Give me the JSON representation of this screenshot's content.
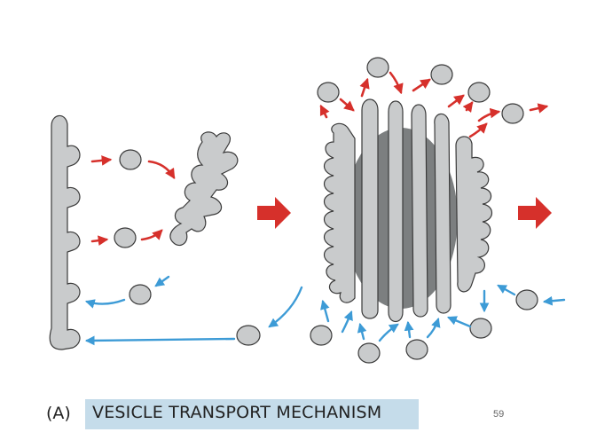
{
  "caption": {
    "panel_label": "(A)",
    "title": "VESICLE TRANSPORT MECHANISM"
  },
  "page_number": "59",
  "colors": {
    "membrane_fill": "#c9cbcc",
    "membrane_stroke": "#3a3a3a",
    "core_fill": "#7c7f80",
    "forward_arrow": "#d6302b",
    "retrograde_arrow": "#3d9bd6",
    "caption_box": "#c5dcea",
    "background": "#ffffff"
  }
}
